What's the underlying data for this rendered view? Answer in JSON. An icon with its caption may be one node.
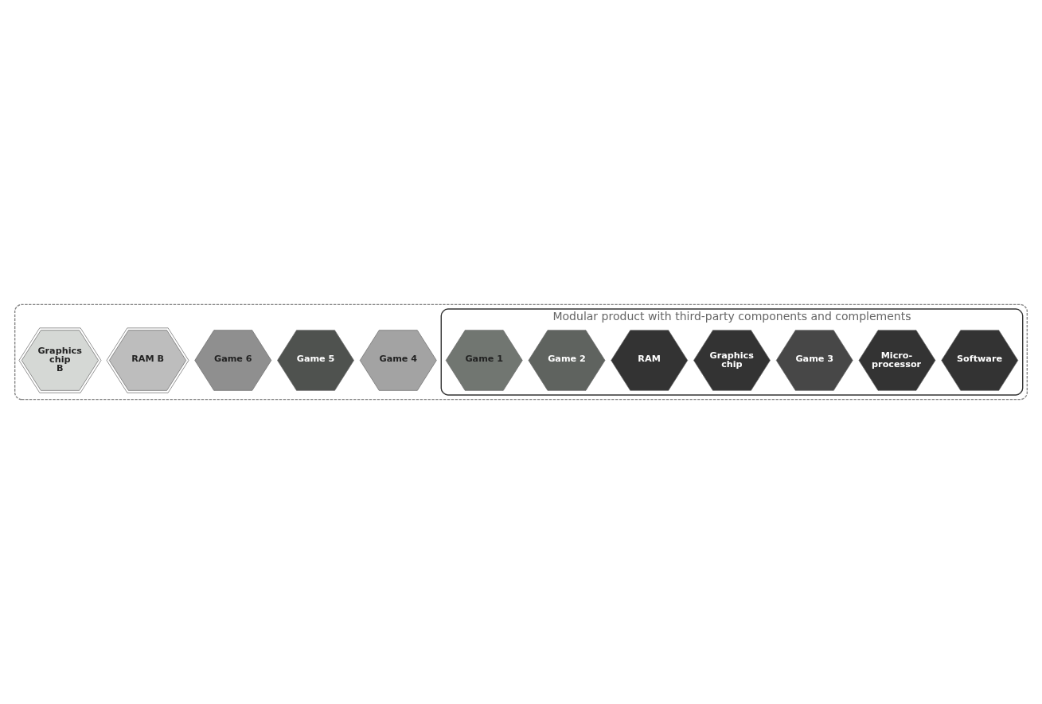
{
  "diagram": {
    "nodes": [
      {
        "text": [],
        "shape": "box"
      },
      {
        "text": [
          "Game 4"
        ],
        "in": 0
      },
      {
        "text": [
          "Game 5"
        ],
        "in": 0
      },
      {
        "text": [
          "Game 6"
        ],
        "in": 0
      },
      {
        "text": [
          "RAM B"
        ],
        "in": 0
      },
      {
        "text": [
          "Graphics chip B"
        ],
        "in": 0
      },
      {
        "text": [
          "Modular product with third-party components and complements"
        ],
        "in": 0
      },
      {
        "text": [
          "Software"
        ],
        "in": 6
      },
      {
        "text": [
          "Micro- processor"
        ],
        "in": 6
      },
      {
        "text": [
          "Game 3"
        ],
        "in": 6
      },
      {
        "text": [
          "Graphics chip"
        ],
        "in": 6
      },
      {
        "text": [
          "RAM"
        ],
        "in": 6
      },
      {
        "text": [
          "Game 2"
        ],
        "in": 6
      },
      {
        "text": [
          "Game 1"
        ],
        "in": 6
      }
    ],
    "edges": []
  }
}
